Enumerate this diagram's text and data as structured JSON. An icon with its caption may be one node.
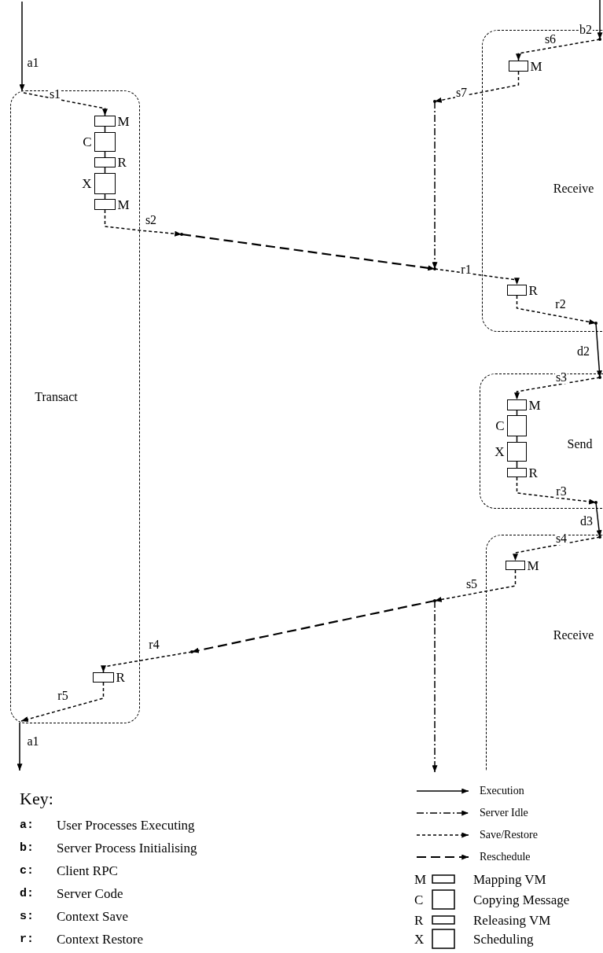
{
  "diagram": {
    "nodes": [
      {
        "text": [
          "Transact"
        ]
      },
      {
        "text": [],
        "shape": "box",
        "in": 0,
        "beside": [
          "M"
        ]
      },
      {
        "text": [],
        "shape": "box",
        "in": 0,
        "beside": [
          "C"
        ]
      },
      {
        "text": [],
        "shape": "box",
        "in": 0,
        "beside": [
          "R"
        ]
      },
      {
        "text": [],
        "shape": "box",
        "in": 0,
        "beside": [
          "X"
        ]
      },
      {
        "text": [],
        "shape": "box",
        "in": 0,
        "beside": [
          "M"
        ]
      },
      {
        "text": [],
        "shape": "box",
        "in": 0,
        "beside": [
          "R"
        ]
      },
      {
        "text": [
          "Receive"
        ]
      },
      {
        "text": [],
        "shape": "box",
        "in": 7,
        "beside": [
          "M"
        ]
      },
      {
        "text": [],
        "shape": "box",
        "in": 7,
        "beside": [
          "R"
        ]
      },
      {
        "text": [
          "Send"
        ]
      },
      {
        "text": [],
        "shape": "box",
        "in": 10,
        "beside": [
          "M"
        ]
      },
      {
        "text": [],
        "shape": "box",
        "in": 10,
        "beside": [
          "C"
        ]
      },
      {
        "text": [],
        "shape": "box",
        "in": 10,
        "beside": [
          "X"
        ]
      },
      {
        "text": [],
        "shape": "box",
        "in": 10,
        "beside": [
          "R"
        ]
      },
      {
        "text": [
          "Receive"
        ]
      },
      {
        "text": [],
        "shape": "box",
        "in": 15,
        "beside": [
          "M"
        ]
      },
      {
        "text": [],
        "shape": "point",
        "in": 7
      },
      {
        "text": [],
        "shape": "point"
      },
      {
        "text": [],
        "shape": "point"
      },
      {
        "text": [],
        "shape": "point"
      },
      {
        "text": [],
        "shape": "point",
        "in": 7
      },
      {
        "text": [],
        "shape": "point",
        "in": 10
      },
      {
        "text": [],
        "shape": "point",
        "in": 10
      },
      {
        "text": [],
        "shape": "point",
        "in": 15
      },
      {
        "text": [],
        "shape": "point"
      },
      {
        "text": [],
        "shape": "point"
      }
    ],
    "edges": [
      {
        "from": null,
        "to": 0,
        "arrow": "to",
        "label": "a1"
      },
      {
        "from": 0,
        "to": 1,
        "arrow": "to",
        "label": "s1",
        "style": "dashed"
      },
      {
        "from": 1,
        "to": 2,
        "arrow": "none"
      },
      {
        "from": 2,
        "to": 3,
        "arrow": "none"
      },
      {
        "from": 3,
        "to": 4,
        "arrow": "none"
      },
      {
        "from": 4,
        "to": 5,
        "arrow": "none"
      },
      {
        "from": 5,
        "to": 19,
        "arrow": "to",
        "label": "s2",
        "style": "dashed"
      },
      {
        "from": 19,
        "to": 20,
        "arrow": "to",
        "style": "dashed"
      },
      {
        "from": null,
        "to": 17,
        "arrow": "to",
        "label": "b2"
      },
      {
        "from": 17,
        "to": 8,
        "arrow": "to",
        "label": "s6",
        "style": "dashed"
      },
      {
        "from": 8,
        "to": 18,
        "arrow": "to",
        "label": "s7",
        "style": "dashed"
      },
      {
        "from": 18,
        "to": 20,
        "arrow": "to",
        "style": "dashed"
      },
      {
        "from": 20,
        "to": 9,
        "arrow": "to",
        "label": "r1",
        "style": "dashed"
      },
      {
        "from": 9,
        "to": 21,
        "arrow": "to",
        "label": "r2",
        "style": "dashed"
      },
      {
        "from": 21,
        "to": 22,
        "arrow": "to",
        "label": "d2"
      },
      {
        "from": 22,
        "to": 11,
        "arrow": "to",
        "label": "s3",
        "style": "dashed"
      },
      {
        "from": 11,
        "to": 12,
        "arrow": "none"
      },
      {
        "from": 12,
        "to": 13,
        "arrow": "none"
      },
      {
        "from": 13,
        "to": 14,
        "arrow": "none"
      },
      {
        "from": 14,
        "to": 23,
        "arrow": "to",
        "label": "r3",
        "style": "dashed"
      },
      {
        "from": 23,
        "to": 24,
        "arrow": "to",
        "label": "d3"
      },
      {
        "from": 24,
        "to": 16,
        "arrow": "to",
        "label": "s4",
        "style": "dashed"
      },
      {
        "from": 16,
        "to": 25,
        "arrow": "to",
        "label": "s5",
        "style": "dashed"
      },
      {
        "from": 25,
        "to": 26,
        "arrow": "to",
        "style": "dashed"
      },
      {
        "from": 25,
        "to": null,
        "arrow": "to",
        "style": "dashed"
      },
      {
        "from": 26,
        "to": 6,
        "arrow": "to",
        "label": "r4",
        "style": "dashed"
      },
      {
        "from": 6,
        "to": 0,
        "arrow": "to",
        "label": "r5",
        "style": "dashed"
      },
      {
        "from": 0,
        "to": null,
        "arrow": "to",
        "label": "a1"
      }
    ],
    "labels": [
      "Key:",
      "a:",
      "User Processes Executing",
      "b:",
      "Server Process Initialising",
      "c:",
      "Client RPC",
      "d:",
      "Server Code",
      "s:",
      "Context Save",
      "r:",
      "Context Restore",
      "M",
      "C",
      "R",
      "X"
    ],
    "legend": [
      {
        "text": "Execution"
      },
      {
        "text": "Server Idle"
      },
      {
        "text": "Save/Restore"
      },
      {
        "text": "Reschedule"
      },
      {
        "text": "Mapping VM"
      },
      {
        "text": "Copying Message"
      },
      {
        "text": "Releasing VM"
      },
      {
        "text": "Scheduling"
      }
    ]
  }
}
